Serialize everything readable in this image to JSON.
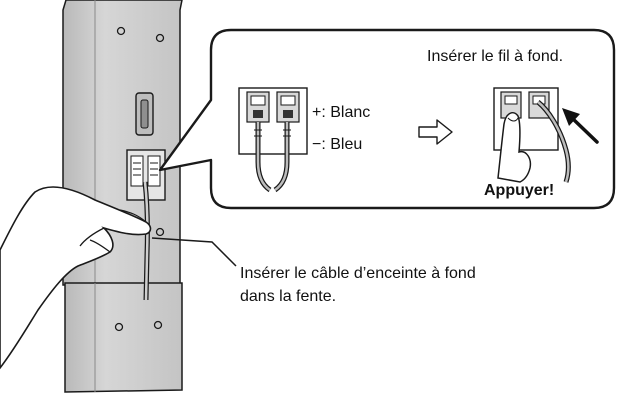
{
  "callout": {
    "instruction": "Insérer le fil à fond.",
    "plus_label": "+: Blanc",
    "minus_label": "−: Bleu",
    "press_label": "Appuyer!"
  },
  "main_note": {
    "line1": "Insérer le câble d’enceinte à fond",
    "line2": "dans la fente."
  },
  "colors": {
    "panel_fill": "#cfcfcf",
    "panel_dark": "#9a9a9a",
    "outline": "#1a1a1a",
    "callout_bg": "#ffffff"
  },
  "icons": [
    "speaker-column",
    "terminal-block",
    "hand",
    "arrow-right-outline",
    "arrow-up-right"
  ]
}
